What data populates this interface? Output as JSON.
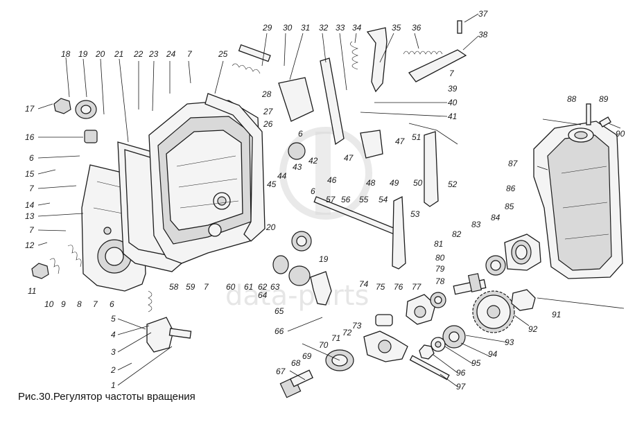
{
  "caption": "Рис.30.Регулятор частоты вращения",
  "watermark": "data-parts",
  "callouts": [
    "1",
    "2",
    "3",
    "4",
    "5",
    "6",
    "7",
    "8",
    "9",
    "10",
    "11",
    "12",
    "13",
    "14",
    "15",
    "16",
    "17",
    "18",
    "19",
    "20",
    "21",
    "22",
    "23",
    "24",
    "25",
    "26",
    "27",
    "28",
    "29",
    "30",
    "31",
    "32",
    "33",
    "34",
    "35",
    "36",
    "37",
    "38",
    "39",
    "40",
    "41",
    "42",
    "43",
    "44",
    "45",
    "46",
    "47",
    "48",
    "49",
    "50",
    "51",
    "52",
    "53",
    "54",
    "55",
    "56",
    "57",
    "58",
    "59",
    "60",
    "61",
    "62",
    "63",
    "64",
    "65",
    "66",
    "67",
    "68",
    "69",
    "70",
    "71",
    "72",
    "73",
    "74",
    "75",
    "76",
    "77",
    "78",
    "79",
    "80",
    "81",
    "82",
    "83",
    "84",
    "85",
    "86",
    "87",
    "88",
    "89",
    "90",
    "91",
    "92",
    "93",
    "94",
    "95",
    "96",
    "97"
  ]
}
